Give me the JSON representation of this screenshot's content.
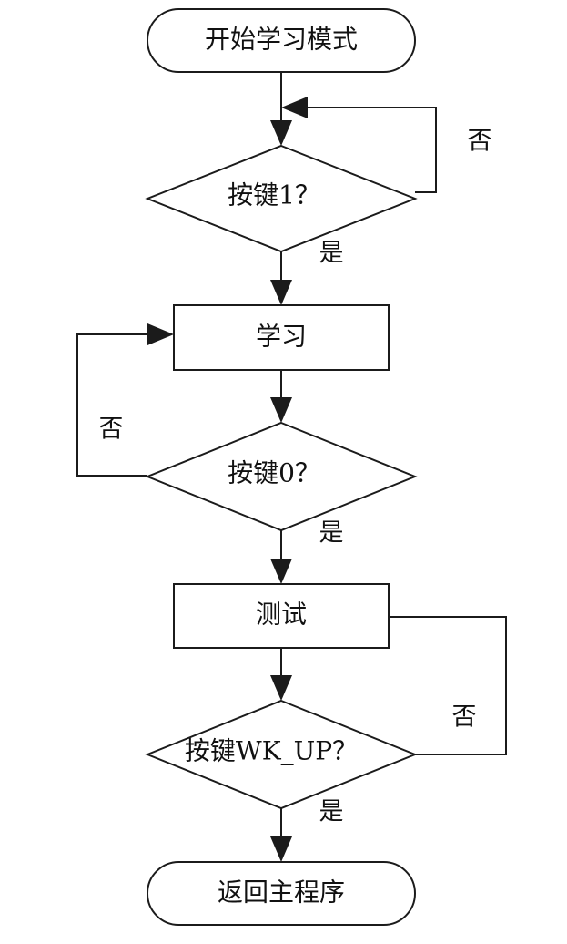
{
  "nodes": {
    "start": {
      "label": "开始学习模式",
      "kind": "terminal"
    },
    "key1": {
      "label": "按键1？",
      "kind": "decision"
    },
    "learn": {
      "label": "学习",
      "kind": "process"
    },
    "key0": {
      "label": "按键0？",
      "kind": "decision"
    },
    "test": {
      "label": "测试",
      "kind": "process"
    },
    "wkup": {
      "label": "按键WK_UP？",
      "kind": "decision"
    },
    "end": {
      "label": "返回主程序",
      "kind": "terminal"
    }
  },
  "branches": {
    "key1_no": "否",
    "key1_yes": "是",
    "key0_no": "否",
    "key0_yes": "是",
    "wkup_no": "否",
    "wkup_yes": "是"
  },
  "edges": [
    {
      "from": "start",
      "to": "key1"
    },
    {
      "from": "key1",
      "to": "learn",
      "condition": "是"
    },
    {
      "from": "key1",
      "to": "key1",
      "condition": "否"
    },
    {
      "from": "learn",
      "to": "key0"
    },
    {
      "from": "key0",
      "to": "test",
      "condition": "是"
    },
    {
      "from": "key0",
      "to": "learn",
      "condition": "否"
    },
    {
      "from": "test",
      "to": "wkup"
    },
    {
      "from": "wkup",
      "to": "end",
      "condition": "是"
    },
    {
      "from": "wkup",
      "to": "test",
      "condition": "否"
    }
  ],
  "colors": {
    "stroke": "#1b1b1b",
    "fill": "#ffffff",
    "text": "#111111"
  }
}
